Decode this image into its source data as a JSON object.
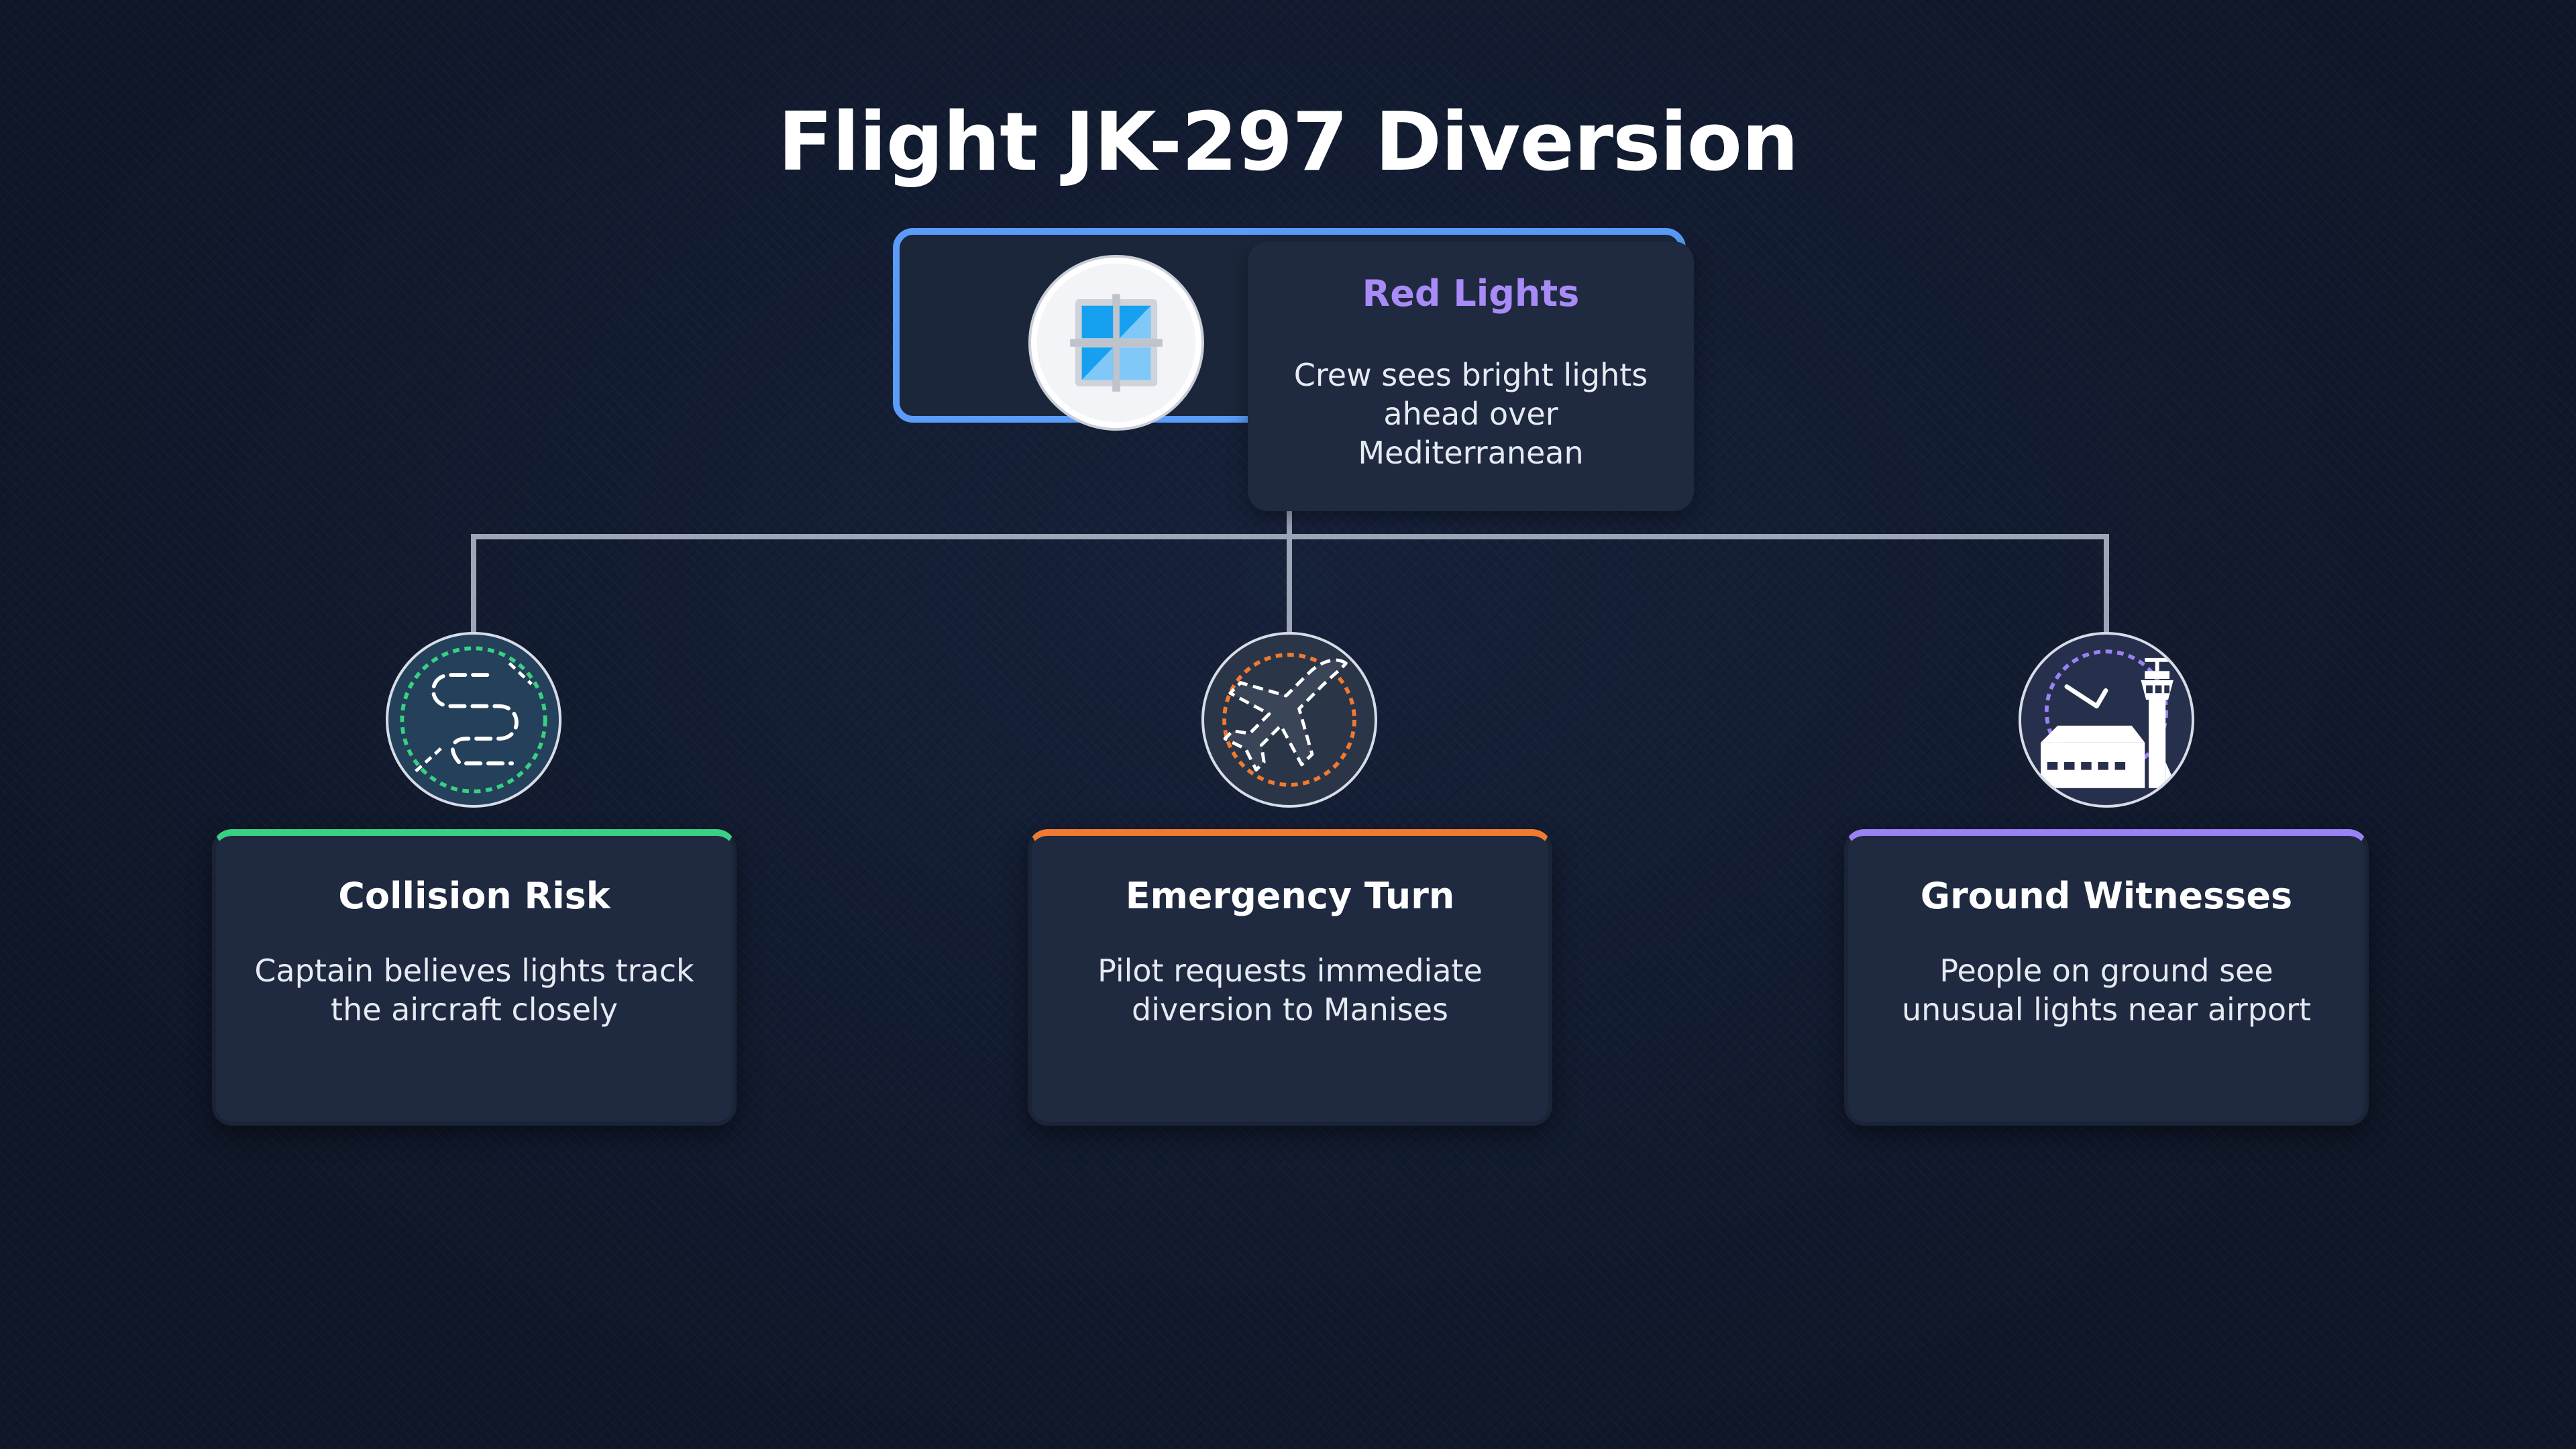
{
  "title": "Flight JK-297 Diversion",
  "colors": {
    "connector": "#9ca6b8",
    "root_border": "#5a9cf8",
    "root_title": "#a98bf7",
    "green": "#38d083",
    "orange": "#f07a30",
    "purple": "#9a82f5"
  },
  "root": {
    "icon": "window-icon",
    "title": "Red Lights",
    "description": "Crew sees bright lights ahead over Mediterranean"
  },
  "children": [
    {
      "icon": "winding-path-icon",
      "title": "Collision Risk",
      "description": "Captain believes lights track the aircraft closely",
      "accent": "#38d083"
    },
    {
      "icon": "airplane-icon",
      "title": "Emergency Turn",
      "description": "Pilot requests immediate diversion to Manises",
      "accent": "#f07a30"
    },
    {
      "icon": "control-tower-icon",
      "title": "Ground Witnesses",
      "description": "People on ground see unusual lights near airport",
      "accent": "#9a82f5"
    }
  ]
}
